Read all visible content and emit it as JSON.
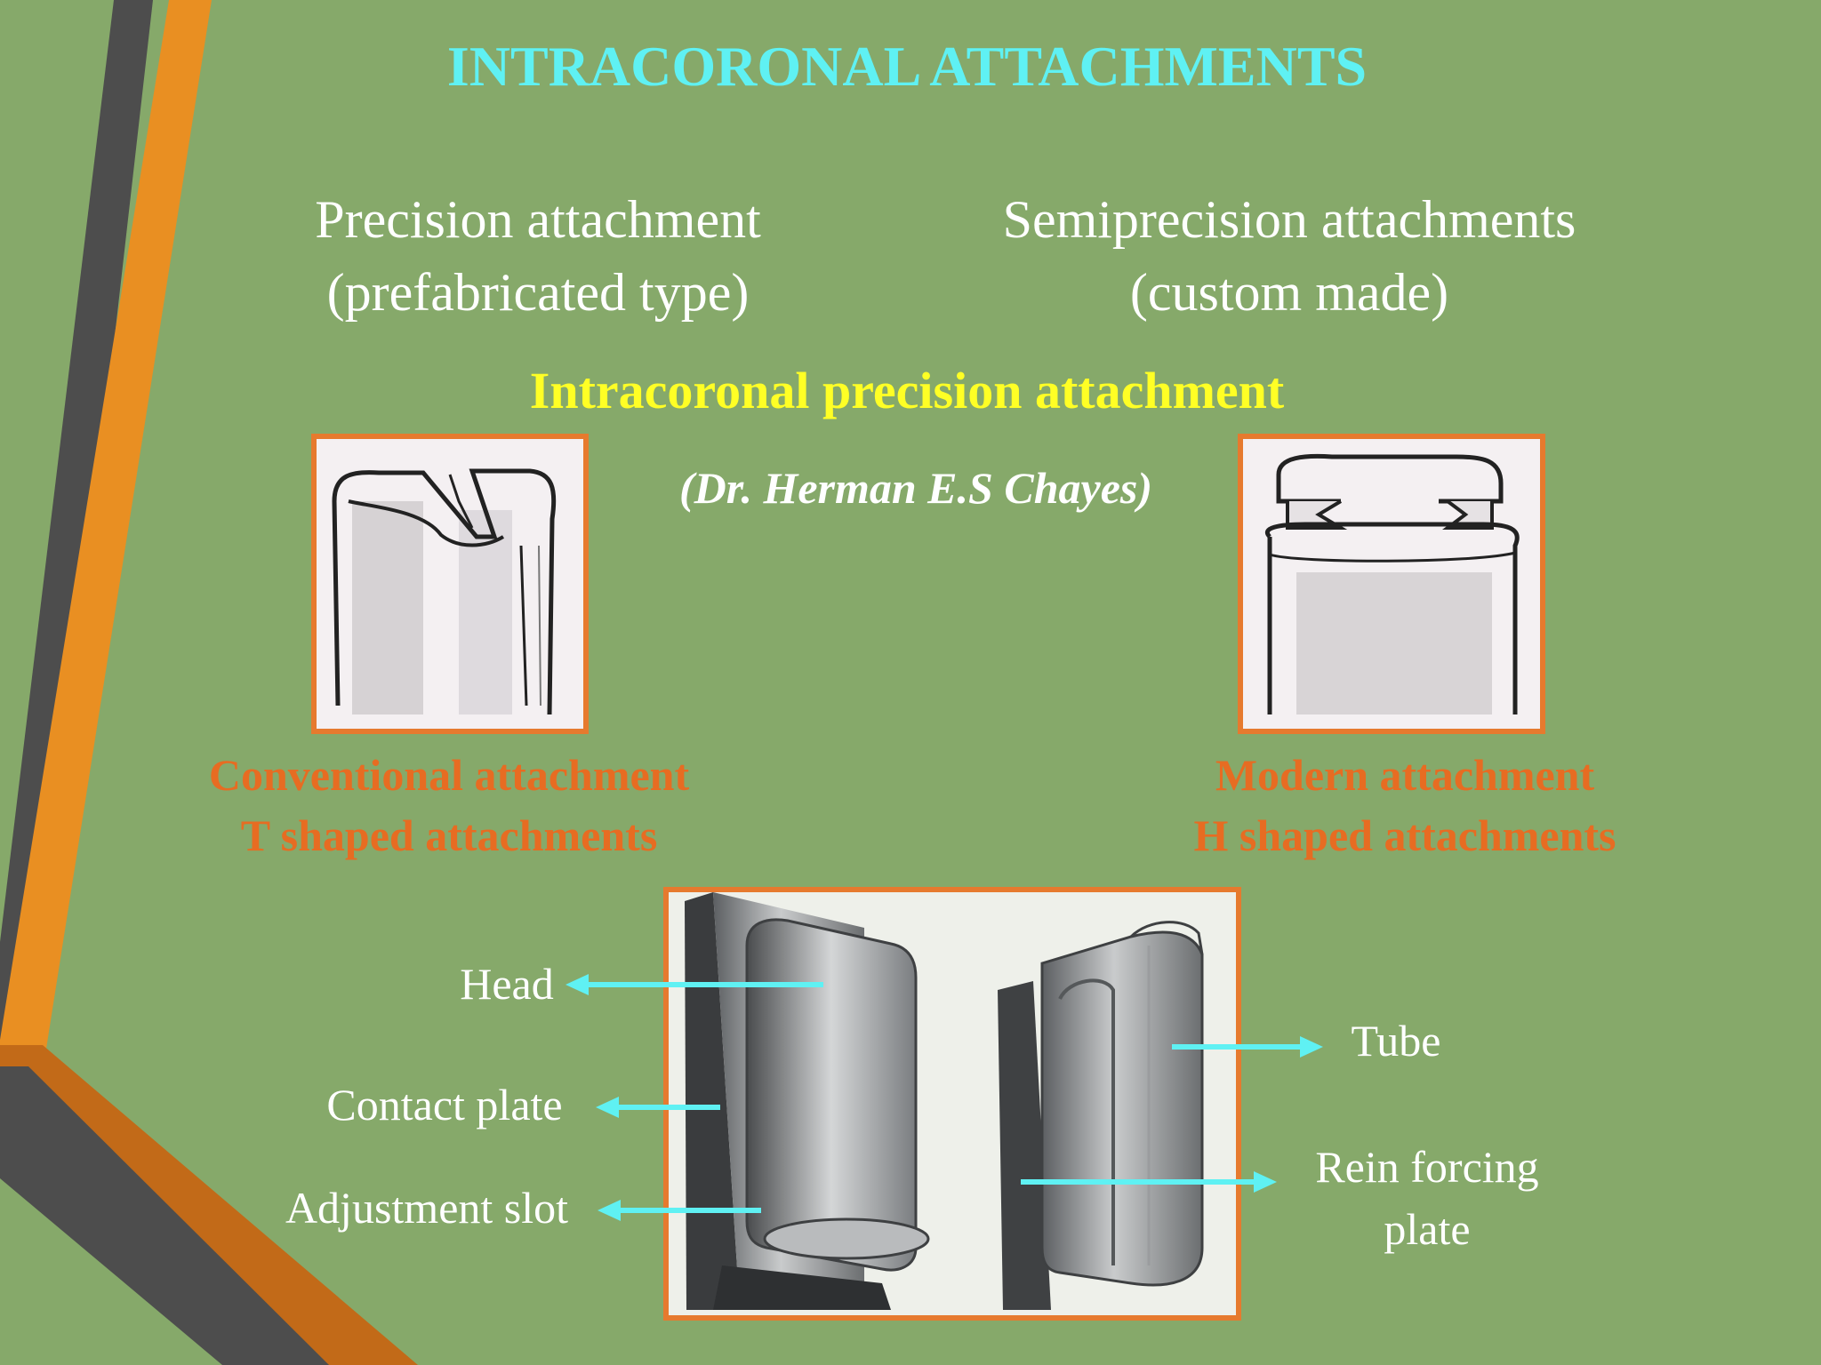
{
  "slide": {
    "title": "INTRACORONAL ATTACHMENTS",
    "types": [
      {
        "line1": "Precision attachment",
        "line2": "(prefabricated type)"
      },
      {
        "line1": "Semiprecision attachments",
        "line2": "(custom made)"
      }
    ],
    "subheading": "Intracoronal precision attachment",
    "author": "(Dr. Herman E.S Chayes)",
    "captions": {
      "left": {
        "line1": "Conventional attachment",
        "line2": "T shaped attachments"
      },
      "right": {
        "line1": "Modern attachment",
        "line2": "H shaped attachments"
      }
    },
    "labels": {
      "head": "Head",
      "contact_plate": "Contact plate",
      "adjustment_slot": "Adjustment slot",
      "tube": "Tube",
      "reinforcing_plate_line1": "Rein forcing",
      "reinforcing_plate_line2": "plate"
    }
  },
  "colors": {
    "background": "#86a96a",
    "title": "#5ff1f3",
    "subheading": "#ffff25",
    "caption": "#e76c22",
    "frame_border": "#e67a2e",
    "arrow": "#5ff1f3",
    "stripe_orange": "#e98f22",
    "stripe_gray": "#4d4d4d"
  }
}
